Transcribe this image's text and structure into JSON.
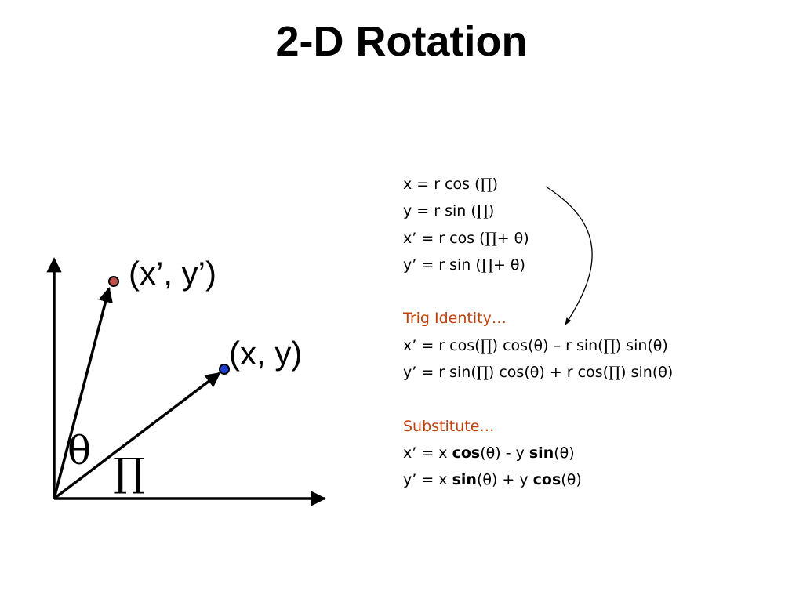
{
  "slide": {
    "title": "2-D Rotation",
    "diagram": {
      "point_rotated_label": "(x’, y’)",
      "point_original_label": "(x, y)",
      "angle_theta": "θ",
      "angle_phi": "∏",
      "colors": {
        "axes": "#000000",
        "rotated_point": "#c0504d",
        "original_point": "#1f3fd4"
      }
    },
    "equations": {
      "polar": [
        {
          "pre": "x = r cos (",
          "phi": "∏",
          "post": ")"
        },
        {
          "pre": "y = r sin (",
          "phi": "∏",
          "post": ")"
        },
        {
          "pre": "x’ = r cos (",
          "phi": "∏",
          "post": "+ θ)"
        },
        {
          "pre": "y’ = r sin (",
          "phi": "∏",
          "post": "+ θ)"
        }
      ],
      "trig_heading": "Trig Identity…",
      "trig": [
        {
          "a": "x’ = r cos(",
          "phi1": "∏",
          "b": ") cos(θ) – r sin(",
          "phi2": "∏",
          "c": ") sin(θ)"
        },
        {
          "a": "y’ = r sin(",
          "phi1": "∏",
          "b": ") cos(θ) + r cos(",
          "phi2": "∏",
          "c": ") sin(θ)"
        }
      ],
      "substitute_heading": "Substitute…",
      "result": [
        {
          "p1": "x’ = x ",
          "f1": "cos",
          "p2": "(θ) - y ",
          "f2": "sin",
          "p3": "(θ)"
        },
        {
          "p1": "y’ = x ",
          "f1": "sin",
          "p2": "(θ) + y ",
          "f2": "cos",
          "p3": "(θ)"
        }
      ],
      "heading_color": "#c0400a"
    }
  }
}
